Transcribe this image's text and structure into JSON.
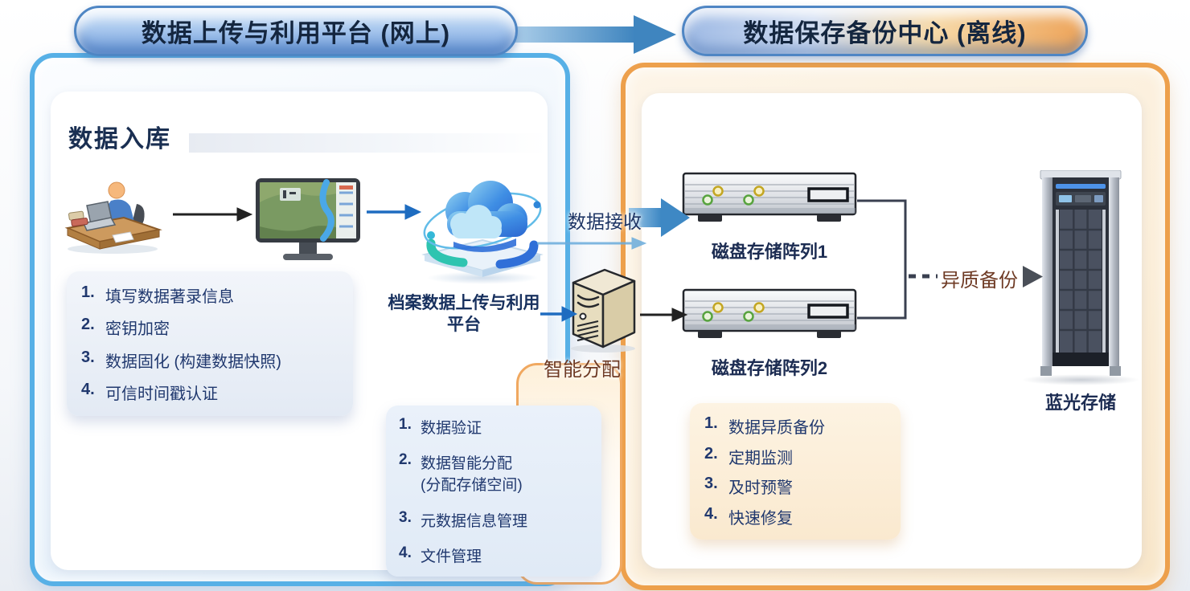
{
  "colors": {
    "blue_accent": "#3d8cc8",
    "orange_accent": "#eda04c",
    "navy_text": "#1d3056",
    "brown_text": "#6e3a24"
  },
  "header": {
    "left_pill": "数据上传与利用平台 (网上)",
    "right_pill": "数据保存备份中心 (离线)"
  },
  "upload_zone": {
    "section_title": "数据入库",
    "platform_label_line1": "档案数据上传与利用",
    "platform_label_line2": "平台",
    "ingest_steps": [
      {
        "num": "1.",
        "text": "填写数据著录信息"
      },
      {
        "num": "2.",
        "text": "密钥加密"
      },
      {
        "num": "3.",
        "text": "数据固化 (构建数据快照)"
      },
      {
        "num": "4.",
        "text": "可信时间戳认证"
      }
    ],
    "platform_functions": [
      {
        "num": "1.",
        "text": "数据验证"
      },
      {
        "num": "2.",
        "text": "数据智能分配",
        "text2": "(分配存储空间)"
      },
      {
        "num": "3.",
        "text": "元数据信息管理"
      },
      {
        "num": "4.",
        "text": "文件管理"
      }
    ]
  },
  "flow_labels": {
    "data_receive": "数据接收",
    "smart_allocate": "智能分配",
    "hetero_backup": "异质备份"
  },
  "backup_zone": {
    "disk_array_1": "磁盘存储阵列1",
    "disk_array_2": "磁盘存储阵列2",
    "blu_ray": "蓝光存储",
    "backup_functions": [
      {
        "num": "1.",
        "text": "数据异质备份"
      },
      {
        "num": "2.",
        "text": "定期监测"
      },
      {
        "num": "3.",
        "text": "及时预警"
      },
      {
        "num": "4.",
        "text": "快速修复"
      }
    ]
  }
}
